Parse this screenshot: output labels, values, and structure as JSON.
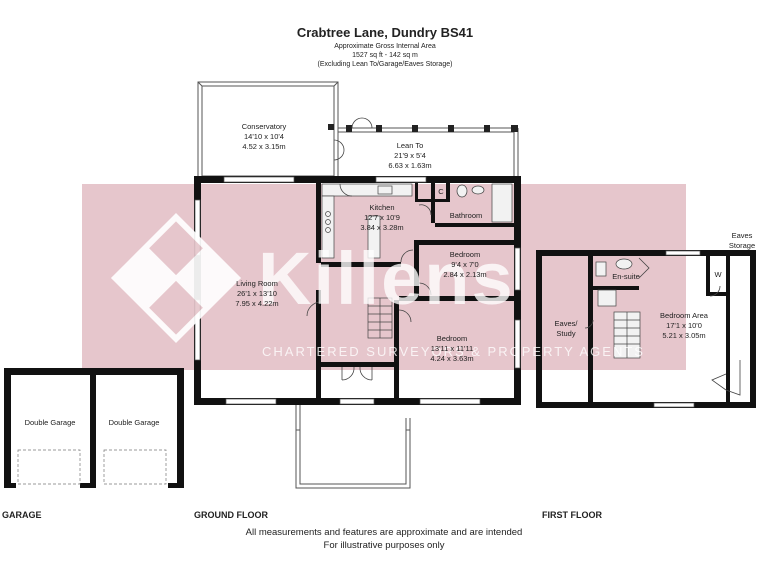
{
  "header": {
    "title": "Crabtree Lane, Dundry BS41",
    "area_label": "Approximate Gross Internal Area",
    "area_value": "1527 sq ft - 142 sq m",
    "exclusion": "(Excluding Lean To/Garage/Eaves Storage)"
  },
  "watermark": {
    "brand": "Killens",
    "tagline": "CHARTERED SURVEYORS & PROPERTY AGENTS",
    "color": "#e6c6cc"
  },
  "rooms": {
    "conservatory": {
      "name": "Conservatory",
      "imperial": "14'10 x 10'4",
      "metric": "4.52 x 3.15m"
    },
    "lean_to": {
      "name": "Lean To",
      "imperial": "21'9 x 5'4",
      "metric": "6.63 x 1.63m"
    },
    "kitchen": {
      "name": "Kitchen",
      "imperial": "12'7 x 10'9",
      "metric": "3.84 x 3.28m"
    },
    "cupboard": {
      "name": "C"
    },
    "bathroom": {
      "name": "Bathroom"
    },
    "living_room": {
      "name": "Living Room",
      "imperial": "26'1 x 13'10",
      "metric": "7.95 x 4.22m"
    },
    "bedroom_small": {
      "name": "Bedroom",
      "imperial": "9'4 x 7'0",
      "metric": "2.84 x 2.13m"
    },
    "bedroom_main": {
      "name": "Bedroom",
      "imperial": "13'11 x 11'11",
      "metric": "4.24 x 3.63m"
    },
    "garage_left": {
      "name": "Double Garage"
    },
    "garage_right": {
      "name": "Double Garage"
    },
    "eaves_study": {
      "name_line1": "Eaves/",
      "name_line2": "Study"
    },
    "en_suite": {
      "name": "En-suite"
    },
    "bedroom_area": {
      "name": "Bedroom Area",
      "imperial": "17'1 x 10'0",
      "metric": "5.21 x 3.05m"
    },
    "eaves_storage": {
      "name_line1": "Eaves",
      "name_line2": "Storage"
    },
    "wardrobe": {
      "name": "W"
    }
  },
  "floors": {
    "garage": "GARAGE",
    "ground": "GROUND FLOOR",
    "first": "FIRST FLOOR"
  },
  "footer": {
    "line1": "All measurements and features are approximate and are intended",
    "line2": "For illustrative purposes only"
  }
}
